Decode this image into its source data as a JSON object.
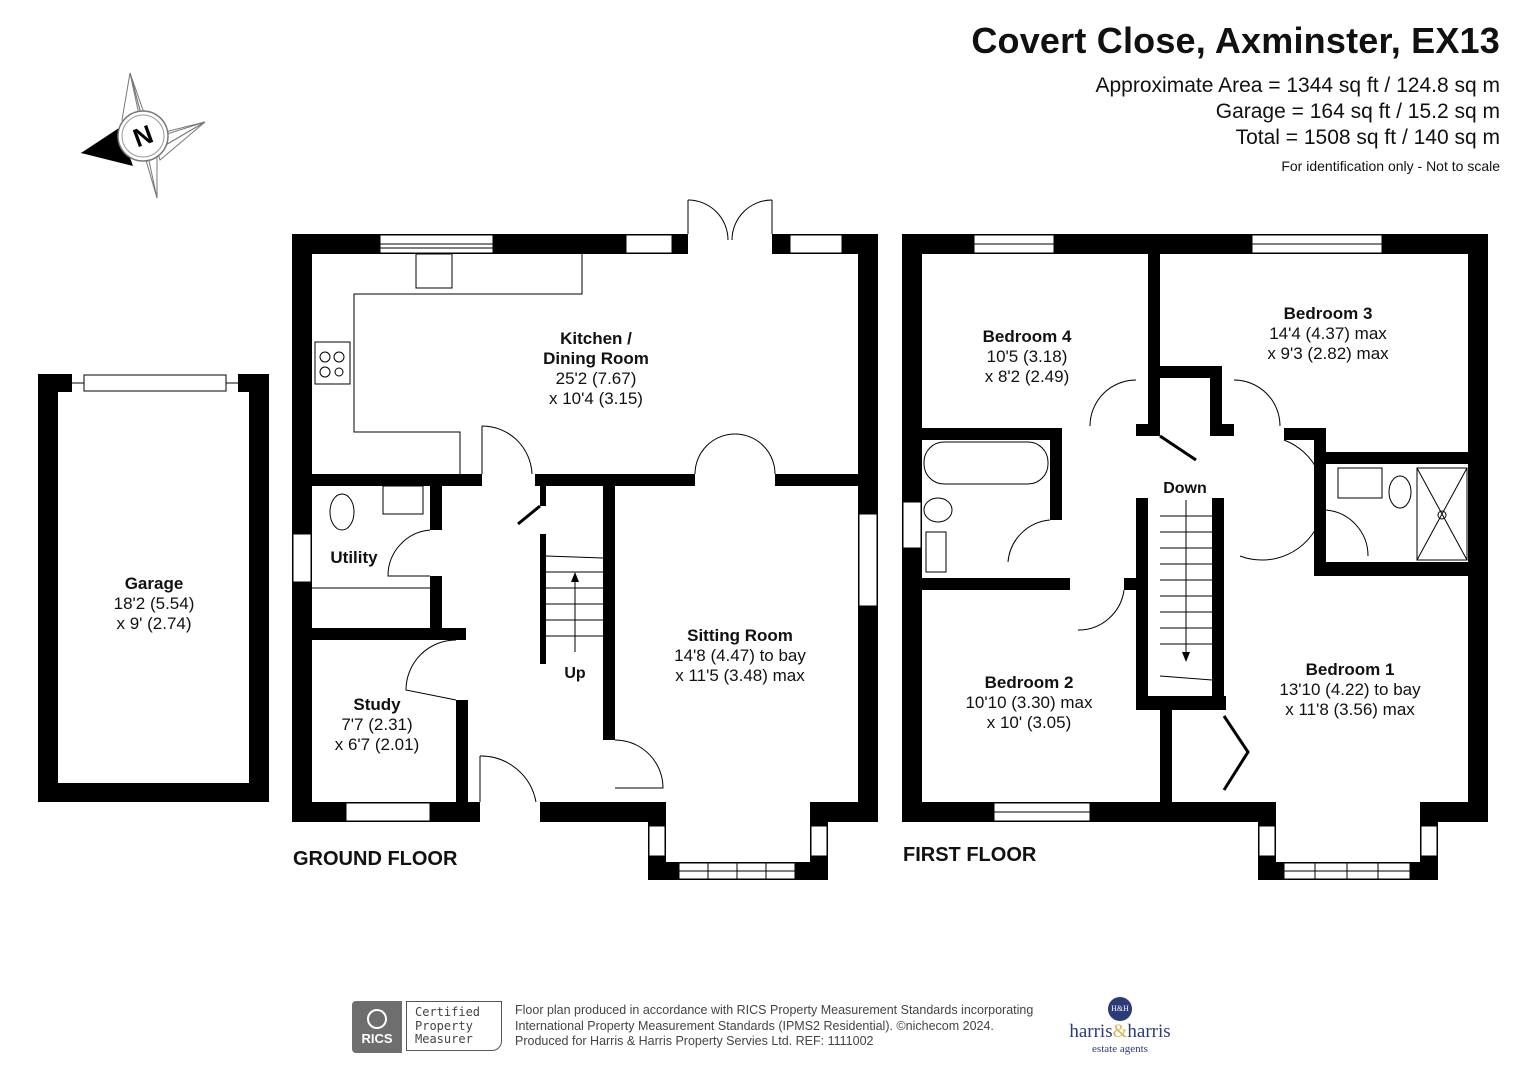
{
  "header": {
    "title": "Covert Close, Axminster, EX13",
    "area_lines": [
      "Approximate Area = 1344 sq ft / 124.8 sq m",
      "Garage = 164 sq ft / 15.2 sq m",
      "Total = 1508 sq ft / 140 sq m"
    ],
    "note": "For identification only - Not to scale"
  },
  "compass": {
    "icon": "north-compass-icon",
    "letter": "N"
  },
  "garage": {
    "name": "Garage",
    "dims": [
      "18'2 (5.54)",
      "x 9' (2.74)"
    ]
  },
  "ground_floor": {
    "label": "GROUND FLOOR",
    "stairs_label": "Up",
    "rooms": [
      {
        "name": "Kitchen /",
        "name2": "Dining Room",
        "dims": [
          "25'2 (7.67)",
          "x 10'4 (3.15)"
        ]
      },
      {
        "name": "Utility",
        "dims": []
      },
      {
        "name": "Study",
        "dims": [
          "7'7 (2.31)",
          "x 6'7 (2.01)"
        ]
      },
      {
        "name": "Sitting Room",
        "dims": [
          "14'8 (4.47) to bay",
          "x 11'5 (3.48) max"
        ]
      }
    ]
  },
  "first_floor": {
    "label": "FIRST FLOOR",
    "stairs_label": "Down",
    "rooms": [
      {
        "name": "Bedroom 4",
        "dims": [
          "10'5 (3.18)",
          "x 8'2 (2.49)"
        ]
      },
      {
        "name": "Bedroom 3",
        "dims": [
          "14'4 (4.37) max",
          "x 9'3 (2.82) max"
        ]
      },
      {
        "name": "Bedroom 2",
        "dims": [
          "10'10 (3.30) max",
          "x 10' (3.05)"
        ]
      },
      {
        "name": "Bedroom 1",
        "dims": [
          "13'10 (4.22) to bay",
          "x 11'8 (3.56) max"
        ]
      }
    ]
  },
  "footer": {
    "rics": {
      "seal_text": "RICS",
      "cert_lines": [
        "Certified",
        "Property",
        "Measurer"
      ]
    },
    "text_lines": [
      "Floor plan produced in accordance with RICS Property Measurement Standards incorporating",
      "International Property Measurement Standards (IPMS2 Residential).  ©nichecom 2024.",
      "Produced for Harris & Harris Property Servies Ltd.   REF: 1111002"
    ],
    "agent": {
      "badge": "H&H",
      "brand_left": "harris",
      "brand_amp": "&",
      "brand_right": "harris",
      "sub": "estate agents"
    }
  },
  "colors": {
    "wall": "#000000",
    "background": "#ffffff",
    "agent_blue": "#2b3a7a",
    "agent_gold": "#d9b24a"
  }
}
